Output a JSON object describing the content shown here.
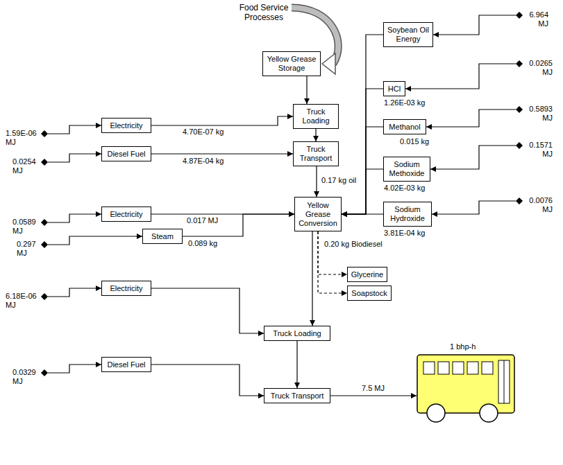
{
  "diagram": {
    "nodes": [
      {
        "text": [
          "Yellow Grease Storage"
        ]
      },
      {
        "text": [
          "Truck Loading"
        ]
      },
      {
        "text": [
          "Electricity"
        ]
      },
      {
        "text": [
          "Truck Transport"
        ]
      },
      {
        "text": [
          "Diesel Fuel"
        ]
      },
      {
        "text": [
          "Soybean Oil Energy"
        ]
      },
      {
        "text": [
          "HCl"
        ]
      },
      {
        "text": [
          "Methanol"
        ]
      },
      {
        "text": [
          "Sodium Methoxide"
        ]
      },
      {
        "text": [
          "Sodium Hydroxide"
        ]
      },
      {
        "text": [
          "Yellow Grease Conversion"
        ]
      },
      {
        "text": [
          "Electricity"
        ]
      },
      {
        "text": [
          "Steam"
        ]
      },
      {
        "text": [
          "Glycerine"
        ]
      },
      {
        "text": [
          "Soapstock"
        ]
      },
      {
        "text": [
          "Truck Loading"
        ]
      },
      {
        "text": [
          "Electricity"
        ]
      },
      {
        "text": [
          "Truck Transport"
        ]
      },
      {
        "text": [
          "Diesel Fuel"
        ]
      },
      {
        "text": [
          "1 bhp-h"
        ]
      }
    ],
    "edges": [
      {
        "from": 0,
        "to": 1,
        "arrow": "to"
      },
      {
        "from": 2,
        "to": 1,
        "label": "4.70E-07 kg",
        "arrow": "to"
      },
      {
        "from": 1,
        "to": 3,
        "arrow": "to"
      },
      {
        "from": 4,
        "to": 3,
        "label": "4.87E-04 kg",
        "arrow": "to"
      },
      {
        "from": 3,
        "to": 10,
        "label": "0.17 kg oil",
        "arrow": "to"
      },
      {
        "from": 5,
        "to": 10,
        "arrow": "to"
      },
      {
        "from": 6,
        "to": 10,
        "label": "1.26E-03 kg",
        "arrow": "to"
      },
      {
        "from": 7,
        "to": 10,
        "label": "0.015 kg",
        "arrow": "to"
      },
      {
        "from": 8,
        "to": 10,
        "label": "4.02E-03 kg",
        "arrow": "to"
      },
      {
        "from": 9,
        "to": 10,
        "label": "3.81E-04 kg",
        "arrow": "to"
      },
      {
        "from": 11,
        "to": 10,
        "label": "0.017 MJ",
        "arrow": "to"
      },
      {
        "from": 12,
        "to": 10,
        "label": "0.089 kg",
        "arrow": "to"
      },
      {
        "from": 10,
        "to": 15,
        "label": "0.20 kg Biodiesel",
        "arrow": "to"
      },
      {
        "from": 10,
        "to": 13,
        "arrow": "to"
      },
      {
        "from": 10,
        "to": 14,
        "arrow": "to"
      },
      {
        "from": 16,
        "to": 15,
        "arrow": "to"
      },
      {
        "from": 15,
        "to": 17,
        "arrow": "to"
      },
      {
        "from": 18,
        "to": 17,
        "arrow": "to"
      },
      {
        "from": 17,
        "to": 19,
        "label": "7.5 MJ",
        "arrow": "to"
      }
    ],
    "labels": [
      "Food Service Processes",
      "6.964 MJ",
      "0.0265 MJ",
      "1.59E-06 MJ",
      "0.5893 MJ",
      "0.1571 MJ",
      "0.0254 MJ",
      "0.0076 MJ",
      "0.0589 MJ",
      "0.297 MJ",
      "6.18E-06 MJ",
      "0.0329 MJ"
    ]
  }
}
